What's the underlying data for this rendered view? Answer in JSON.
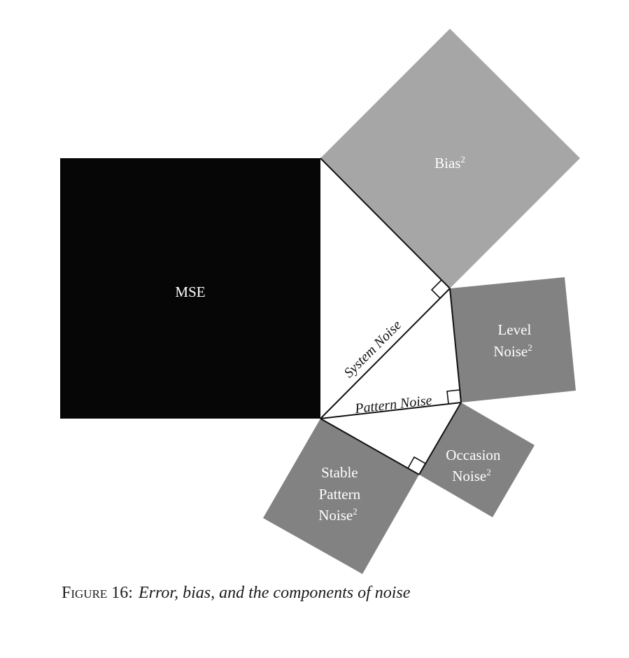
{
  "figure": {
    "label": "Figure 16:",
    "caption": "Error, bias, and the components of noise"
  },
  "squares": {
    "mse": {
      "label": "MSE",
      "color": "#060606"
    },
    "bias": {
      "label": "Bias",
      "sup": "2",
      "color": "#a6a6a6"
    },
    "level_noise": {
      "line1": "Level",
      "line2": "Noise",
      "sup": "2",
      "color": "#828282"
    },
    "stable_pattern_noise": {
      "line1": "Stable",
      "line2": "Pattern",
      "line3": "Noise",
      "sup": "2",
      "color": "#828282"
    },
    "occasion_noise": {
      "line1": "Occasion",
      "line2": "Noise",
      "sup": "2",
      "color": "#828282"
    }
  },
  "edges": {
    "system_noise": "System Noise",
    "pattern_noise": "Pattern Noise"
  }
}
